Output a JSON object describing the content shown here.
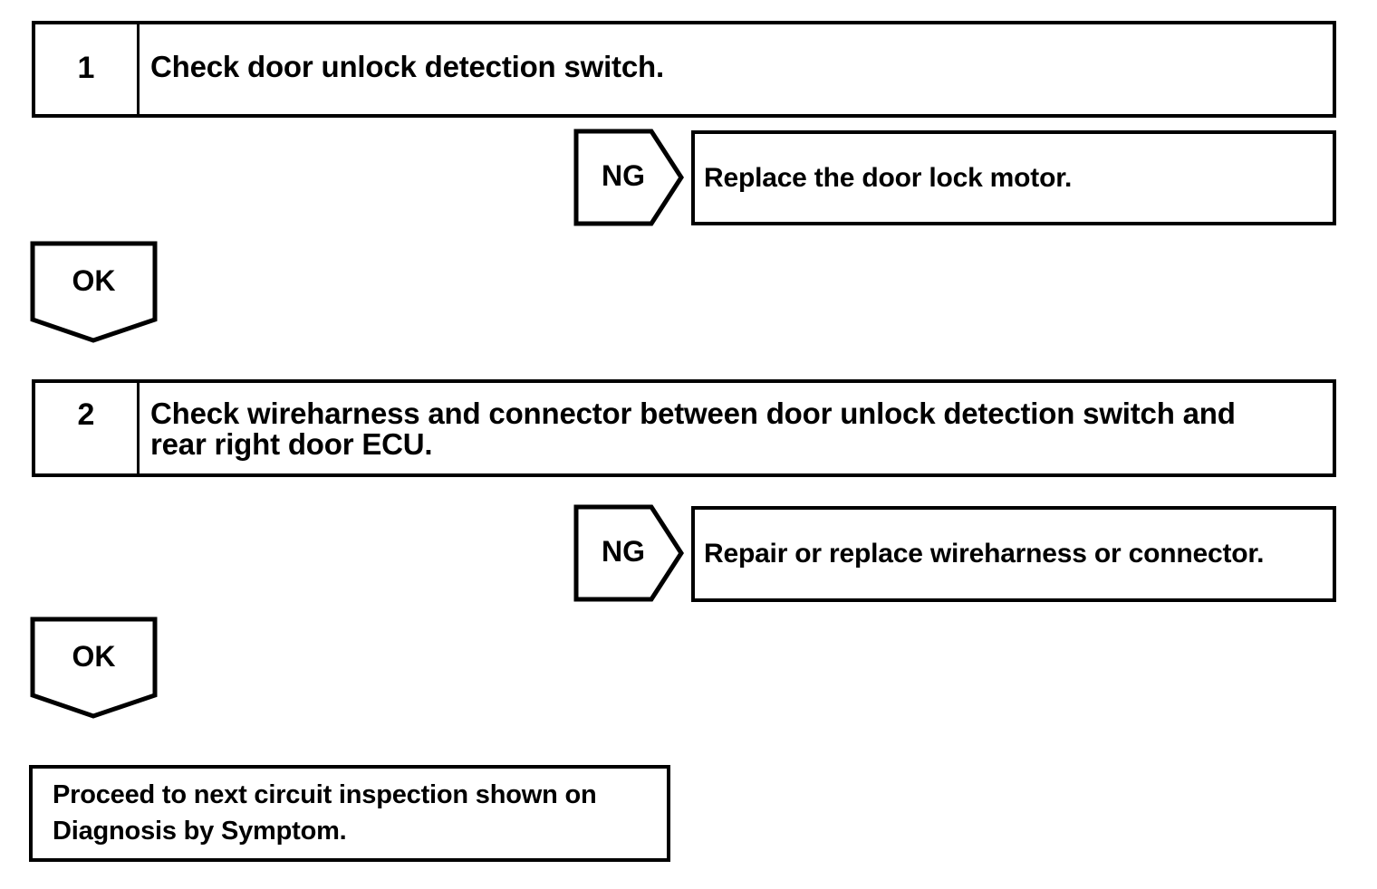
{
  "colors": {
    "background": "#ffffff",
    "line": "#000000",
    "text": "#000000"
  },
  "flowchart": {
    "steps": [
      {
        "number": "1",
        "instruction_lines": [
          "Check door unlock detection switch."
        ],
        "ng": {
          "label": "NG",
          "action": "Replace the door lock motor."
        },
        "ok": {
          "label": "OK"
        }
      },
      {
        "number": "2",
        "instruction_lines": [
          "Check wireharness and connector between door unlock detection switch and",
          "rear right door ECU."
        ],
        "ng": {
          "label": "NG",
          "action": "Repair or replace wireharness or connector."
        },
        "ok": {
          "label": "OK"
        }
      }
    ],
    "final": {
      "lines": [
        "Proceed to next circuit inspection shown on",
        "Diagnosis by Symptom."
      ]
    }
  }
}
